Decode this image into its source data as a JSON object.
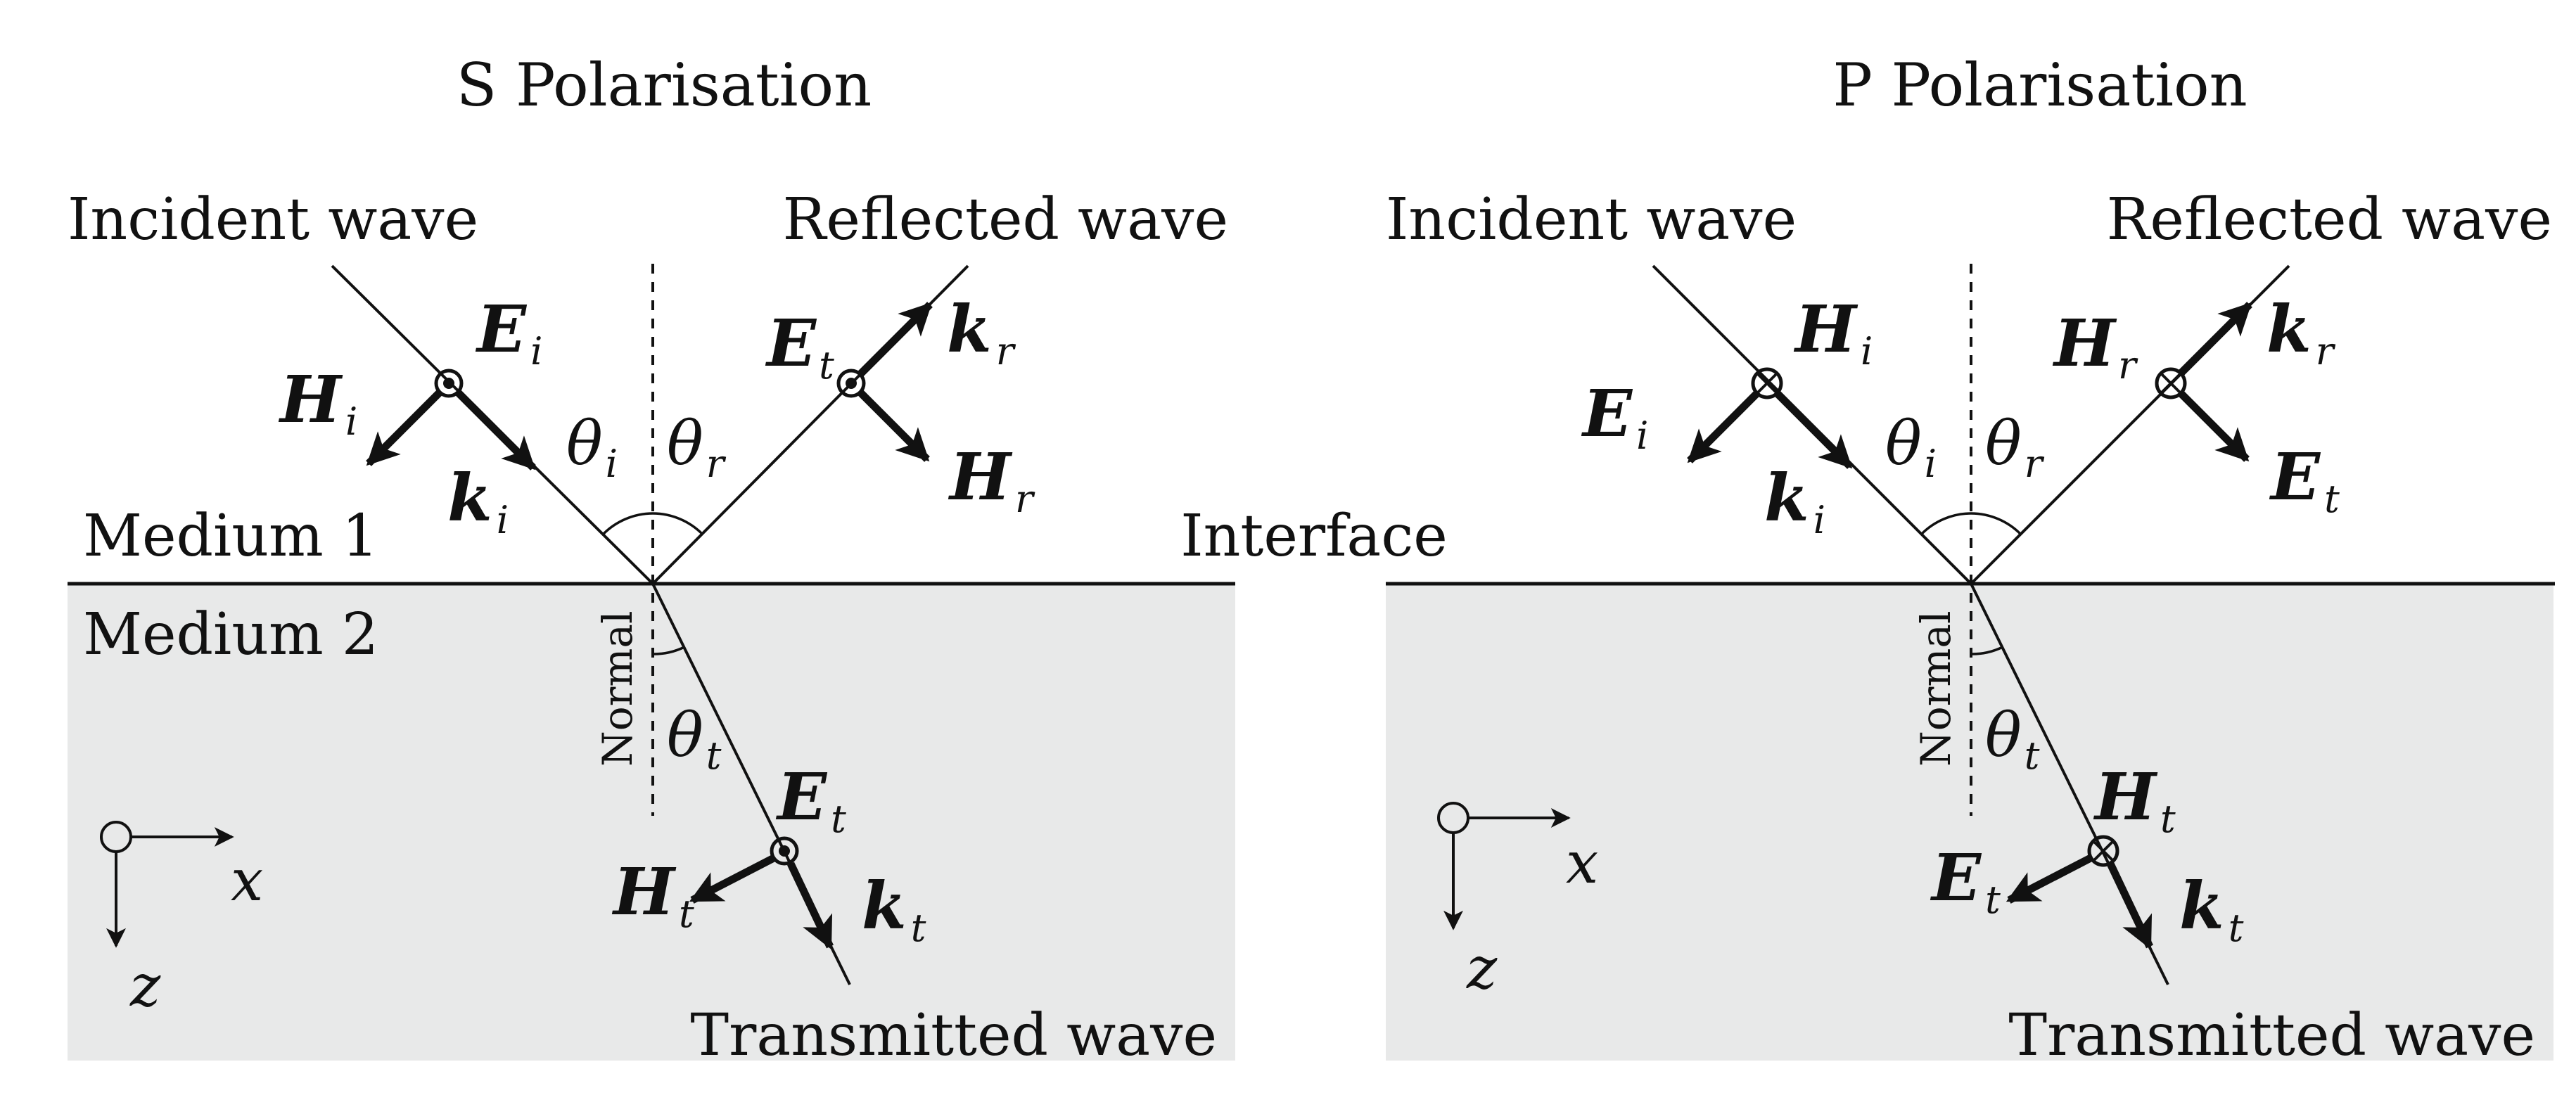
{
  "panels": [
    {
      "title": "S Polarisation",
      "incident_label": "Incident wave",
      "reflected_label": "Reflected wave",
      "transmitted_label": "Transmitted wave",
      "medium1": "Medium 1",
      "medium2": "Medium 2",
      "normal": "Normal",
      "axis_x": "x",
      "axis_z": "z",
      "field_symbols": {
        "incident_dot": {
          "main": "E",
          "sub": "i"
        },
        "incident_side": {
          "main": "H",
          "sub": "i"
        },
        "incident_k": {
          "main": "k",
          "sub": "i"
        },
        "reflected_dot": {
          "main": "E",
          "sub": "t"
        },
        "reflected_k": {
          "main": "k",
          "sub": "r"
        },
        "reflected_side": {
          "main": "H",
          "sub": "r"
        },
        "transmitted_dot": {
          "main": "E",
          "sub": "t"
        },
        "transmitted_side": {
          "main": "H",
          "sub": "t"
        },
        "transmitted_k": {
          "main": "k",
          "sub": "t"
        }
      },
      "angles": {
        "incident": {
          "main": "θ",
          "sub": "i"
        },
        "reflected": {
          "main": "θ",
          "sub": "r"
        },
        "transmitted": {
          "main": "θ",
          "sub": "t"
        }
      }
    },
    {
      "title": "P Polarisation",
      "incident_label": "Incident wave",
      "reflected_label": "Reflected wave",
      "transmitted_label": "Transmitted wave",
      "normal": "Normal",
      "axis_x": "x",
      "axis_z": "z",
      "field_symbols": {
        "incident_dot": {
          "main": "H",
          "sub": "i"
        },
        "incident_side": {
          "main": "E",
          "sub": "i"
        },
        "incident_k": {
          "main": "k",
          "sub": "i"
        },
        "reflected_dot": {
          "main": "H",
          "sub": "r"
        },
        "reflected_k": {
          "main": "k",
          "sub": "r"
        },
        "reflected_side": {
          "main": "E",
          "sub": "t"
        },
        "transmitted_dot": {
          "main": "H",
          "sub": "t"
        },
        "transmitted_side": {
          "main": "E",
          "sub": "t"
        },
        "transmitted_k": {
          "main": "k",
          "sub": "t"
        }
      },
      "angles": {
        "incident": {
          "main": "θ",
          "sub": "i"
        },
        "reflected": {
          "main": "θ",
          "sub": "r"
        },
        "transmitted": {
          "main": "θ",
          "sub": "t"
        }
      }
    }
  ],
  "interface_label": "Interface",
  "colors": {
    "medium2_fill": "#e8e9e9",
    "ink": "#111111"
  }
}
